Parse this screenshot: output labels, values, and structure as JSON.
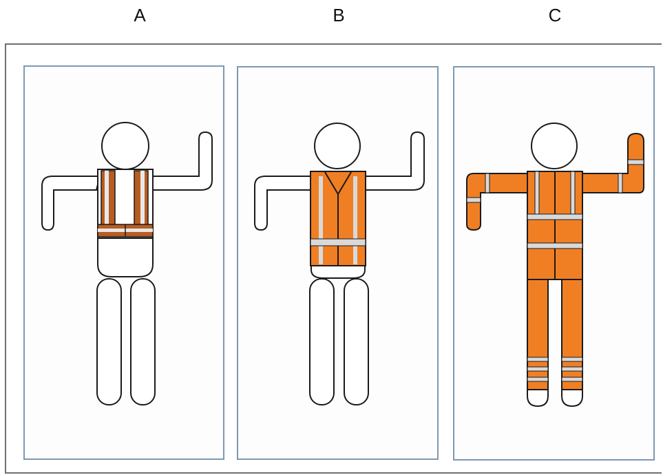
{
  "labels": [
    "A",
    "B",
    "C"
  ],
  "colors": {
    "orange": "#f07f24",
    "stripe": "#d9d9d9",
    "outline": "#1a1a1a",
    "frame": "#6f6f6f",
    "panel_border": "#7d98b2"
  }
}
